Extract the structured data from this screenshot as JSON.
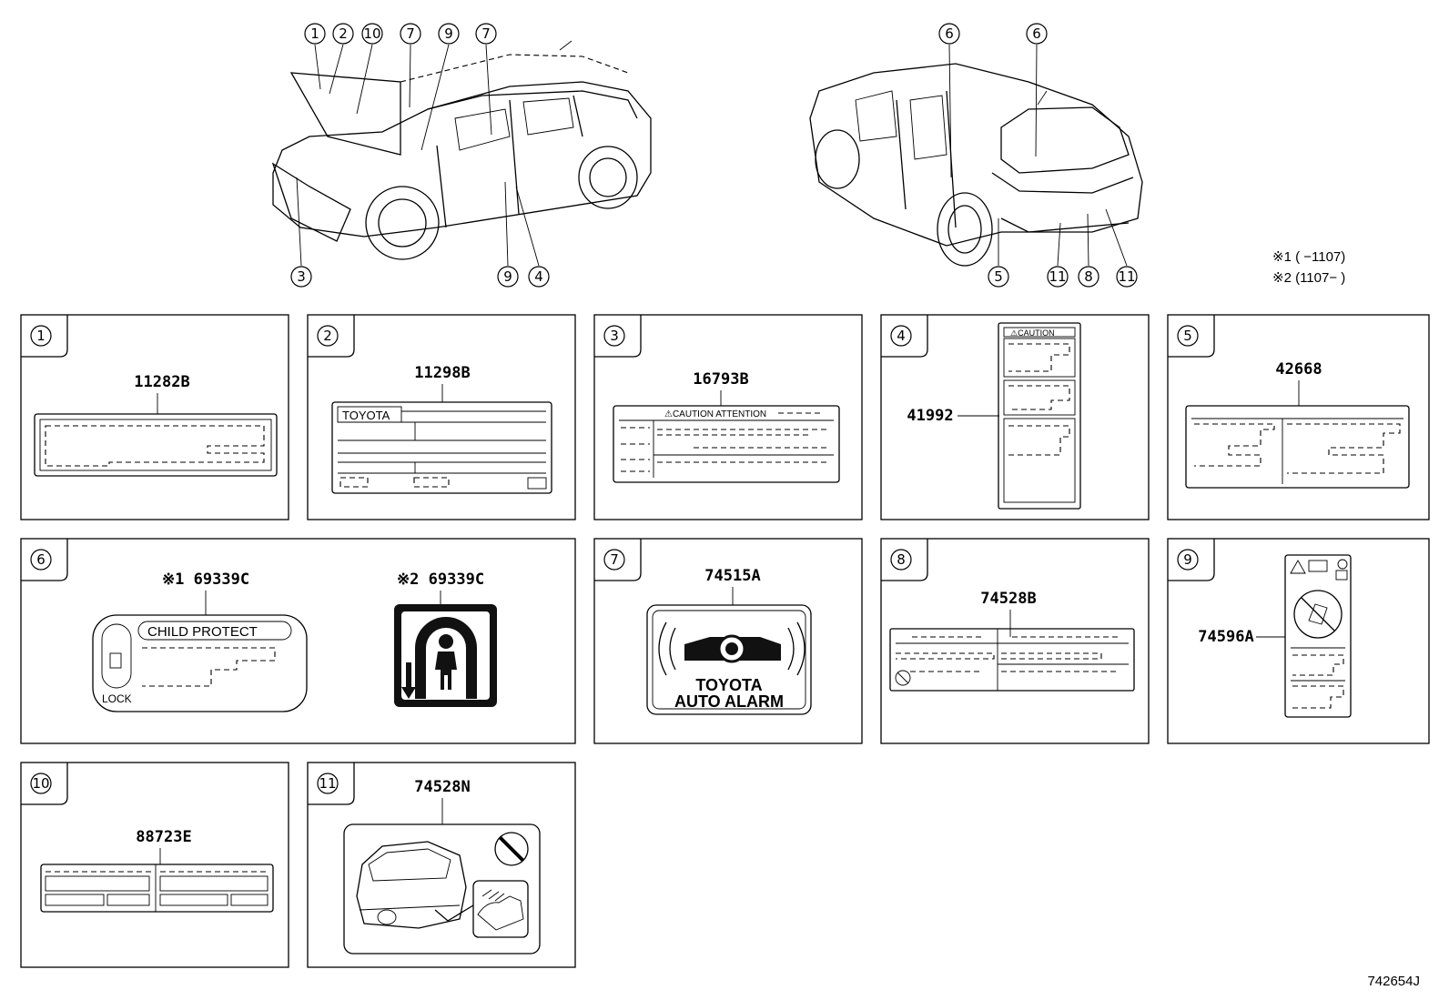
{
  "callouts": {
    "front": [
      "1",
      "2",
      "10",
      "7",
      "9",
      "7",
      "3",
      "9",
      "4"
    ],
    "rear": [
      "6",
      "6",
      "5",
      "11",
      "8",
      "11"
    ]
  },
  "notes": {
    "note1": "※1 (     −1107)",
    "note2": "※2 (1107−     )"
  },
  "panels": [
    {
      "num": "1",
      "part": "11282B"
    },
    {
      "num": "2",
      "part": "11298B",
      "label_text": "TOYOTA"
    },
    {
      "num": "3",
      "part": "16793B",
      "label_text": "⚠CAUTION  ATTENTION"
    },
    {
      "num": "4",
      "part": "41992",
      "label_text": "⚠CAUTION"
    },
    {
      "num": "5",
      "part": "42668"
    },
    {
      "num": "6",
      "part_a": "※1 69339C",
      "part_b": "※2 69339C",
      "label_text": "CHILD PROTECT",
      "lock_text": "LOCK"
    },
    {
      "num": "7",
      "part": "74515A",
      "line1": "TOYOTA",
      "line2": "AUTO ALARM"
    },
    {
      "num": "8",
      "part": "74528B"
    },
    {
      "num": "9",
      "part": "74596A"
    },
    {
      "num": "10",
      "part": "88723E"
    },
    {
      "num": "11",
      "part": "74528N"
    }
  ],
  "drawing_id": "742654J"
}
